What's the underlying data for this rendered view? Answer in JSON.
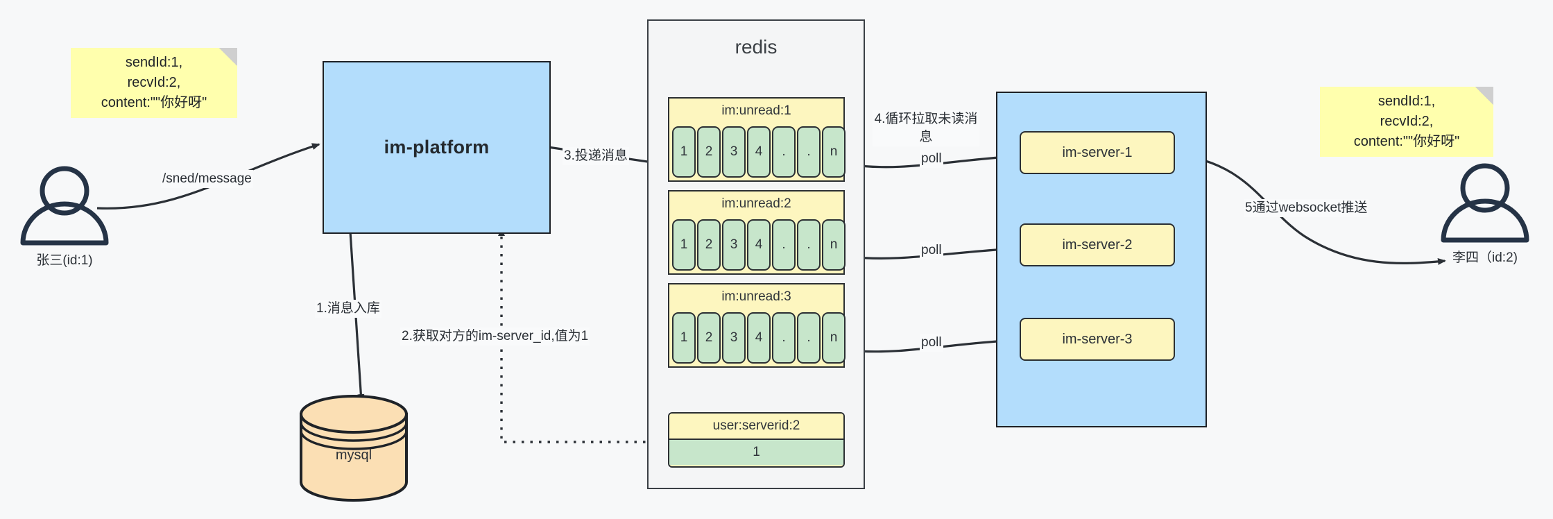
{
  "diagram": {
    "title": "IM message delivery architecture",
    "colors": {
      "background": "#f7f8f9",
      "note_yellow": "#ffffad",
      "platform_blue": "#b3ddfc",
      "redis_gray": "#f4f5f6",
      "key_yellow": "#fdf6bf",
      "cell_green": "#c7e6cb",
      "mysql_orange": "#fbdfb4",
      "stroke_dark": "#2b2f33"
    }
  },
  "notes": {
    "left": {
      "line1": "sendId:1,",
      "line2": "recvId:2,",
      "line3": "content:\"\"你好呀\""
    },
    "right": {
      "line1": "sendId:1,",
      "line2": "recvId:2,",
      "line3": "content:\"\"你好呀\""
    }
  },
  "actors": {
    "sender": {
      "label": "张三(id:1)",
      "icon": "user-icon"
    },
    "receiver": {
      "label": "李四（id:2)",
      "icon": "user-icon"
    }
  },
  "nodes": {
    "platform": {
      "label": "im-platform"
    },
    "redis": {
      "title": "redis"
    },
    "mysql": {
      "label": "mysql",
      "icon": "database-cylinder-icon"
    }
  },
  "redis_keys": [
    {
      "key": "im:unread:1",
      "cells": [
        "1",
        "2",
        "3",
        "4",
        ".",
        ".",
        "n"
      ]
    },
    {
      "key": "im:unread:2",
      "cells": [
        "1",
        "2",
        "3",
        "4",
        ".",
        ".",
        "n"
      ]
    },
    {
      "key": "im:unread:3",
      "cells": [
        "1",
        "2",
        "3",
        "4",
        ".",
        ".",
        "n"
      ]
    }
  ],
  "redis_kv": {
    "key": "user:serverid:2",
    "value": "1"
  },
  "servers": [
    {
      "label": "im-server-1"
    },
    {
      "label": "im-server-2"
    },
    {
      "label": "im-server-3"
    }
  ],
  "edges": {
    "send_message": "/sned/message",
    "step1": "1.消息入库",
    "step2": "2.获取对方的im-server_id,值为1",
    "step3": "3.投递消息",
    "step4": "4.循环拉取未读消息",
    "step5": "5通过websocket推送",
    "poll1": "poll",
    "poll2": "poll",
    "poll3": "poll"
  }
}
